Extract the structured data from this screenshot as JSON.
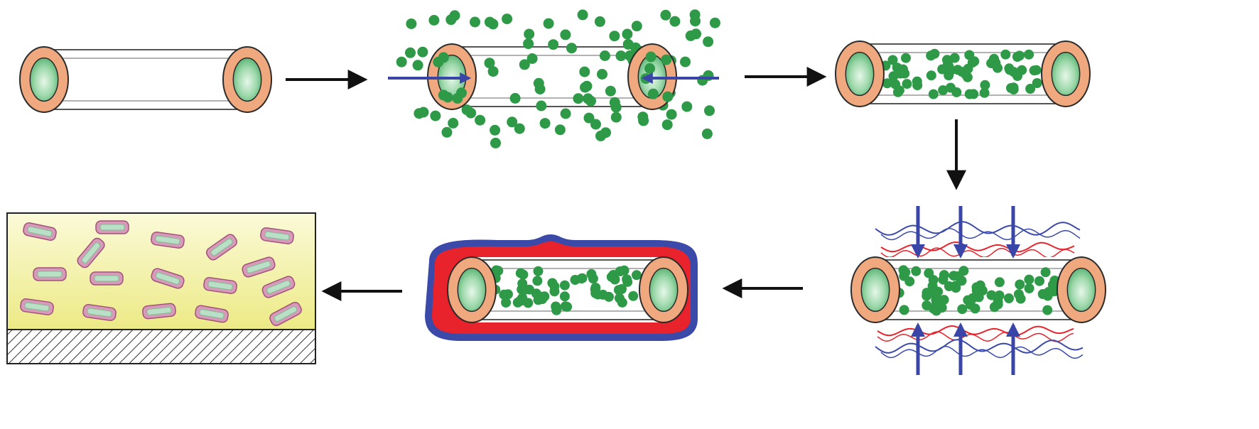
{
  "colors": {
    "background": "#ffffff",
    "tube_outline": "#555555",
    "tube_end_ring": "#f0a97e",
    "tube_end_outline": "#2b2b2b",
    "lumen_light": "#e6f7e9",
    "lumen_mid": "#9fd9ac",
    "lumen_dark": "#4fae6c",
    "dot": "#2e9a47",
    "arrow": "#111111",
    "blue_arrow": "#3a45a8",
    "polymer_red": "#e8232b",
    "polymer_blue": "#3b4aa8",
    "film": "#f5f2a6",
    "film_light": "#fbfad8",
    "substrate_hatch": "#333333",
    "rod_border": "#a0527a",
    "rod_fill": "#b9e0c6"
  },
  "steps": [
    {
      "id": "empty-nanotube",
      "description_icon": "halloysite-tube-icon"
    },
    {
      "id": "loading-under-vacuum",
      "description_icon": "tube-with-inflow-icon"
    },
    {
      "id": "loaded-nanotube",
      "description_icon": "loaded-tube-icon"
    },
    {
      "id": "polyelectrolyte-adsorption",
      "description_icon": "layered-adsorption-icon"
    },
    {
      "id": "coated-nanotube",
      "description_icon": "coated-tube-icon"
    },
    {
      "id": "composite-film",
      "description_icon": "film-on-substrate-icon"
    }
  ],
  "arrows": [
    "step1-to-step2",
    "step2-to-step3",
    "step3-to-step4",
    "step4-to-step5",
    "step5-to-step6"
  ]
}
